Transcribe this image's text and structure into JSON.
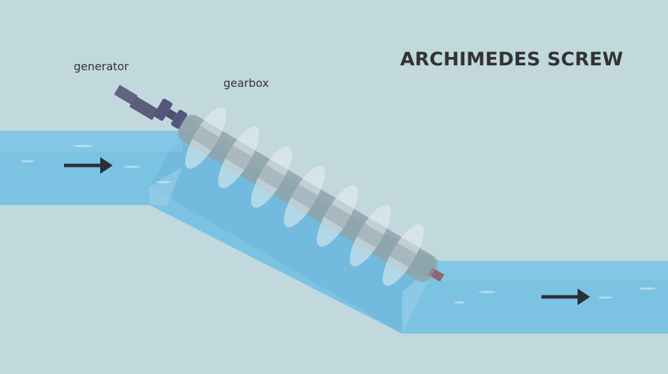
{
  "title": "ARCHIMEDES SCREW",
  "labels": {
    "generator": "generator",
    "gearbox": "gearbox"
  },
  "colors": {
    "background": "#c1d8dc",
    "water": "#74bde0",
    "screw": "#8fa3aa",
    "generator": "#626482",
    "text": "#333333"
  }
}
